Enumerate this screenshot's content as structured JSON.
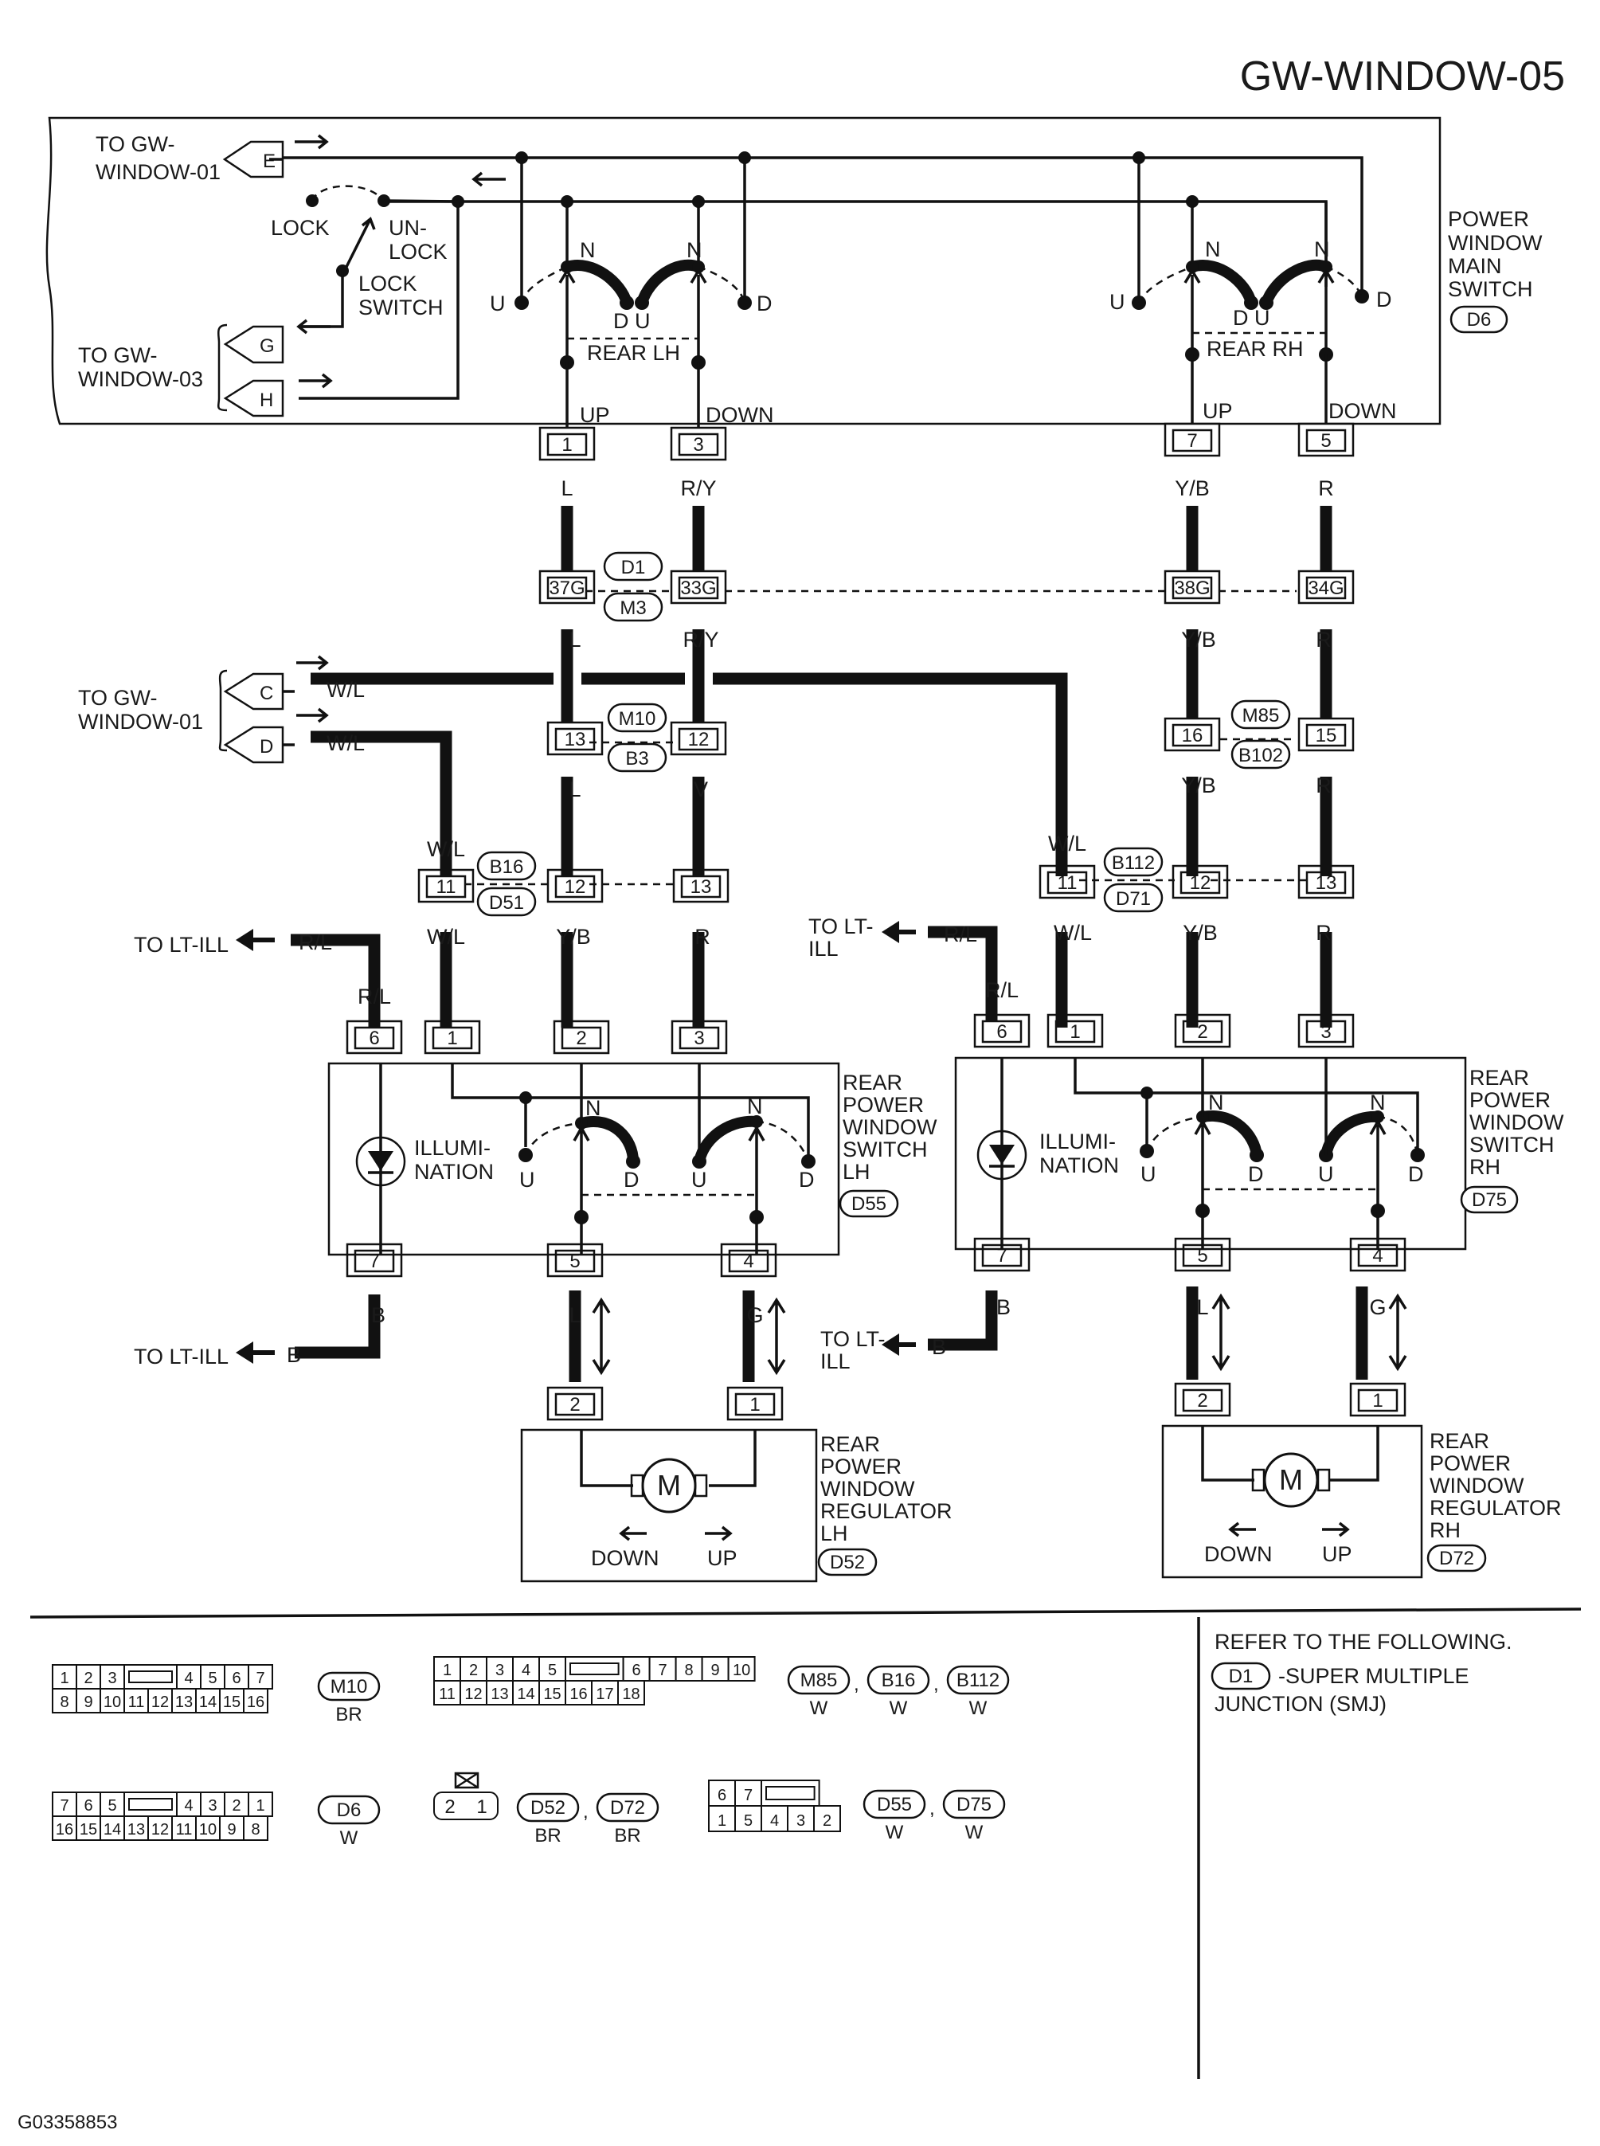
{
  "page": {
    "title": "GW-WINDOW-05",
    "figure_code": "G03358853"
  },
  "main_switch": {
    "label_lines": [
      "POWER",
      "WINDOW",
      "MAIN",
      "SWITCH"
    ],
    "connector": "D6",
    "to_gw_window_01": [
      "TO GW-",
      "WINDOW-01"
    ],
    "to_gw_window_03": [
      "TO GW-",
      "WINDOW-03"
    ],
    "terminals": [
      "E",
      "G",
      "H"
    ],
    "lock": "LOCK",
    "unlock": [
      "UN-",
      "LOCK"
    ],
    "lock_switch": [
      "LOCK",
      "SWITCH"
    ],
    "rear_lh": "REAR LH",
    "rear_rh": "REAR RH",
    "up": "UP",
    "down": "DOWN",
    "n": "N",
    "u": "U",
    "d": "D",
    "du": "D U"
  },
  "pins": {
    "ms_lh_up": "1",
    "ms_lh_down": "3",
    "ms_rh_up": "7",
    "ms_rh_down": "5",
    "j1_a": "37G",
    "j1_b": "33G",
    "j1_c": "38G",
    "j1_d": "34G",
    "j2_a": "13",
    "j2_b": "12",
    "j2_c": "16",
    "j2_d": "15",
    "j3_a": "11",
    "j3_b": "12",
    "j3_c": "13",
    "j3r_a": "11",
    "j3r_b": "12",
    "j3r_c": "13",
    "sw_6": "6",
    "sw_1": "1",
    "sw_2": "2",
    "sw_3": "3",
    "sw_7": "7",
    "sw_5": "5",
    "sw_4": "4",
    "m_2": "2",
    "m_1": "1"
  },
  "connectors": {
    "d1": "D1",
    "m3": "M3",
    "m10": "M10",
    "b3": "B3",
    "m85": "M85",
    "b102": "B102",
    "b16": "B16",
    "d51": "D51",
    "b112": "B112",
    "d71": "D71"
  },
  "wires": {
    "l": "L",
    "ry": "R/Y",
    "yb": "Y/B",
    "r": "R",
    "v": "V",
    "wl": "W/L",
    "rl": "R/L",
    "b": "B",
    "g": "G"
  },
  "left_side": {
    "to_gw_window_01": [
      "TO GW-",
      "WINDOW-01"
    ],
    "terminals": [
      "C",
      "D"
    ],
    "to_lt_ill_a": "TO LT-ILL",
    "to_lt_ill_b": "TO LT-ILL"
  },
  "rear_switch_lh": {
    "label_lines": [
      "REAR",
      "POWER",
      "WINDOW",
      "SWITCH",
      "LH"
    ],
    "connector": "D55",
    "illumination": [
      "ILLUMI-",
      "NATION"
    ]
  },
  "rear_switch_rh": {
    "label_lines": [
      "REAR",
      "POWER",
      "WINDOW",
      "SWITCH",
      "RH"
    ],
    "connector": "D75",
    "illumination": [
      "ILLUMI-",
      "NATION"
    ],
    "to_lt_ill_a": [
      "TO LT-",
      "ILL"
    ],
    "to_lt_ill_b": [
      "TO LT-",
      "ILL"
    ]
  },
  "regulator_lh": {
    "label_lines": [
      "REAR",
      "POWER",
      "WINDOW",
      "REGULATOR",
      "LH"
    ],
    "connector": "D52",
    "motor": "M",
    "down": "DOWN",
    "up": "UP"
  },
  "regulator_rh": {
    "label_lines": [
      "REAR",
      "POWER",
      "WINDOW",
      "REGULATOR",
      "RH"
    ],
    "connector": "D72",
    "motor": "M",
    "down": "DOWN",
    "up": "UP"
  },
  "legend": {
    "refer": "REFER TO THE FOLLOWING.",
    "smj_code": "D1",
    "smj_text_1": "-SUPER MULTIPLE",
    "smj_text_2": "JUNCTION (SMJ)",
    "m10_grid": {
      "row1": [
        "1",
        "2",
        "3",
        "",
        "4",
        "5",
        "6",
        "7"
      ],
      "row2": [
        "8",
        "9",
        "10",
        "11",
        "12",
        "13",
        "14",
        "15",
        "16"
      ],
      "code": "M10",
      "color": "BR"
    },
    "m85_grid": {
      "row1": [
        "1",
        "2",
        "3",
        "4",
        "5",
        "",
        "6",
        "7",
        "8",
        "9",
        "10"
      ],
      "row2": [
        "11",
        "12",
        "13",
        "14",
        "15",
        "16",
        "17",
        "18"
      ],
      "codes": [
        "M85",
        "B16",
        "B112"
      ],
      "colors": [
        "W",
        "W",
        "W"
      ],
      "sep": ","
    },
    "d6_grid": {
      "row1": [
        "7",
        "6",
        "5",
        "",
        "4",
        "3",
        "2",
        "1"
      ],
      "row2": [
        "16",
        "15",
        "14",
        "13",
        "12",
        "11",
        "10",
        "9",
        "8"
      ],
      "code": "D6",
      "color": "W"
    },
    "d52_grid": {
      "pins": [
        "2",
        "1"
      ],
      "codes": [
        "D52",
        "D72"
      ],
      "colors": [
        "BR",
        "BR"
      ],
      "sep": ","
    },
    "d55_grid": {
      "row1": [
        "6",
        "7",
        ""
      ],
      "row2": [
        "1",
        "5",
        "4",
        "3",
        "2"
      ],
      "codes": [
        "D55",
        "D75"
      ],
      "colors": [
        "W",
        "W"
      ],
      "sep": ","
    }
  }
}
